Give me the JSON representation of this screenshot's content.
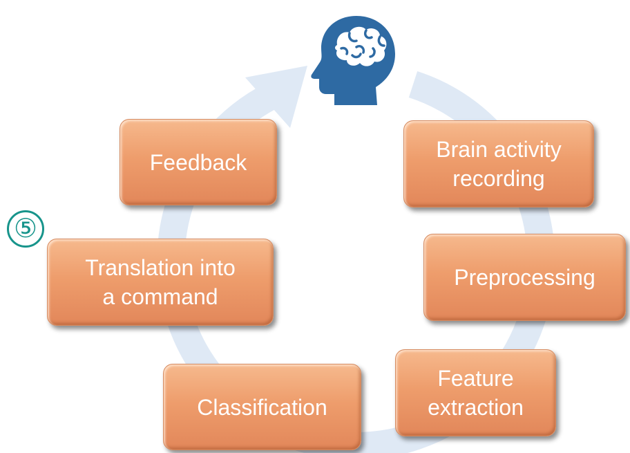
{
  "diagram": {
    "steps": [
      {
        "label": "Brain activity\nrecording"
      },
      {
        "label": "Preprocessing"
      },
      {
        "label": "Feature\nextraction"
      },
      {
        "label": "Classification"
      },
      {
        "label": "Translation into\na command"
      },
      {
        "label": "Feedback"
      }
    ],
    "highlighted_step_number": "⑤",
    "colors": {
      "box_fill": "#ee9d6c",
      "box_text": "#ffffff",
      "cycle_arrow": "#dfe9f5",
      "head_icon": "#2e6aa3",
      "step_number": "#17948b"
    },
    "icons": {
      "center_top": "brain-head-icon",
      "cycle": "circular-arrow-icon"
    }
  }
}
